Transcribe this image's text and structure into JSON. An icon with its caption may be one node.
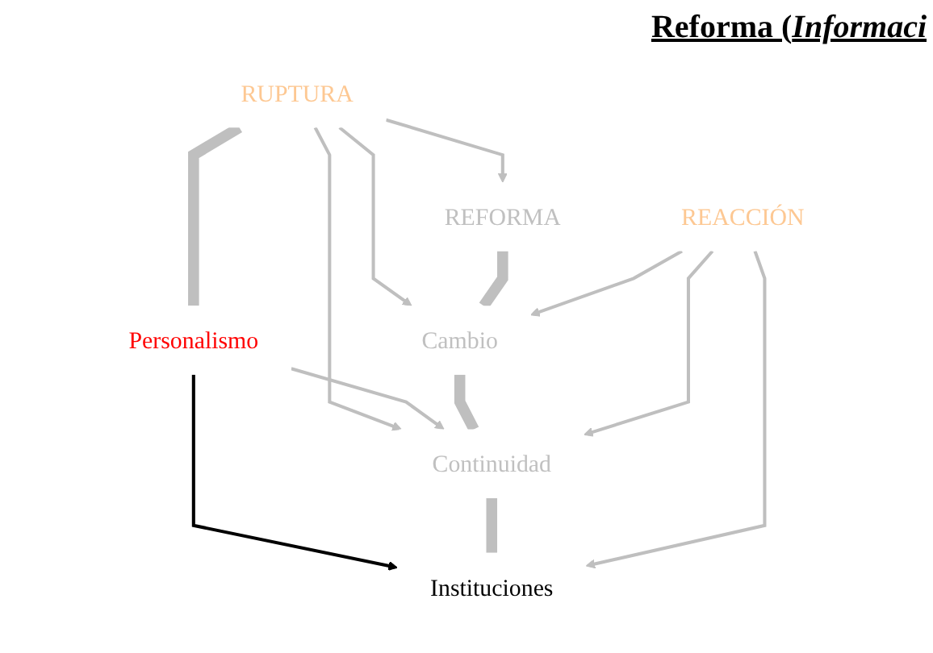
{
  "diagram": {
    "title": "Reforma (*Informaci*",
    "nodes": [
      {
        "text": [
          "RUPTURA"
        ]
      },
      {
        "text": [
          "REFORMA"
        ]
      },
      {
        "text": [
          "Personalismo"
        ]
      },
      {
        "text": [
          "Cambio"
        ]
      },
      {
        "text": [
          "Continuidad"
        ]
      },
      {
        "text": [
          "Instituciones"
        ]
      },
      {
        "text": [
          "REACCIÓN"
        ]
      }
    ],
    "edges": [
      {
        "from": 0,
        "to": 1,
        "arrow": "to"
      },
      {
        "from": 0,
        "to": 2,
        "arrow": "none",
        "style": "thick"
      },
      {
        "from": 0,
        "to": 4,
        "arrow": "to"
      },
      {
        "from": 0,
        "to": 3,
        "arrow": "to"
      },
      {
        "from": 1,
        "to": 3,
        "arrow": "none",
        "style": "thick"
      },
      {
        "from": 2,
        "to": 4,
        "arrow": "to"
      },
      {
        "from": 3,
        "to": 4,
        "arrow": "none",
        "style": "thick"
      },
      {
        "from": 2,
        "to": 5,
        "arrow": "to",
        "color": "#000000"
      },
      {
        "from": 4,
        "to": 5,
        "arrow": "none",
        "style": "thick"
      },
      {
        "from": 6,
        "to": 4,
        "arrow": "to"
      },
      {
        "from": 6,
        "to": 3,
        "arrow": "to"
      },
      {
        "from": 6,
        "to": 5,
        "arrow": "to"
      }
    ]
  }
}
